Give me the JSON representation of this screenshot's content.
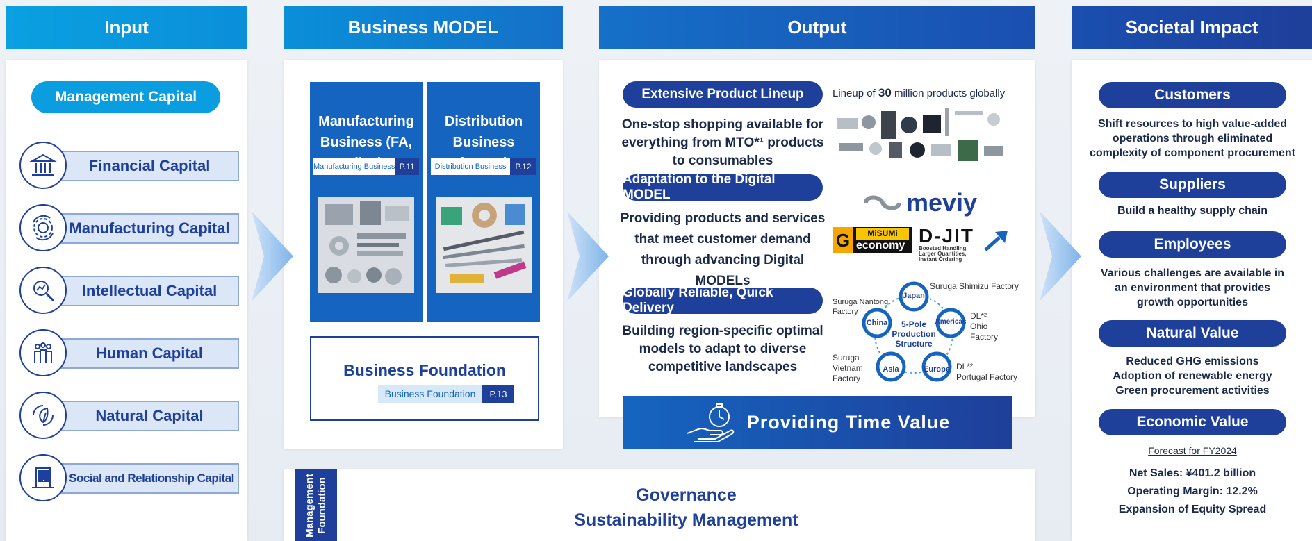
{
  "headers": {
    "input": "Input",
    "business_model": "Business MODEL",
    "output": "Output",
    "societal_impact": "Societal Impact"
  },
  "input": {
    "pill": "Management Capital",
    "capitals": [
      {
        "label": "Financial Capital",
        "icon": "bank-icon"
      },
      {
        "label": "Manufacturing Capital",
        "icon": "gear-cycle-icon"
      },
      {
        "label": "Intellectual Capital",
        "icon": "magnifier-icon"
      },
      {
        "label": "Human Capital",
        "icon": "people-icon"
      },
      {
        "label": "Natural Capital",
        "icon": "leaf-cycle-icon"
      },
      {
        "label": "Social and Relationship Capital",
        "icon": "building-icon"
      }
    ]
  },
  "business_model": {
    "manufacturing": {
      "title_line1": "Manufacturing",
      "title_line2": "Business (FA, dies)",
      "ref_label": "Manufacturing Business",
      "ref_page": "P.11"
    },
    "distribution": {
      "title_line1": "Distribution",
      "title_line2": "Business (VONA)",
      "ref_label": "Distribution Business",
      "ref_page": "P.12"
    },
    "foundation": {
      "title": "Business Foundation",
      "ref_label": "Business Foundation",
      "ref_page": "P.13"
    }
  },
  "governance": {
    "side_line1": "Management",
    "side_line2": "Foundation",
    "line1": "Governance",
    "line2": "Sustainability Management"
  },
  "output": {
    "items": [
      {
        "pill": "Extensive Product Lineup",
        "line1": "One-stop shopping available for",
        "line2": "everything from MTO*¹ products",
        "line3": "to consumables"
      },
      {
        "pill": "Adaptation to the Digital MODEL",
        "line1": "Providing products and services",
        "line2": "that meet customer demand",
        "line3": "through advancing Digital MODELs"
      },
      {
        "pill": "Globally Reliable, Quick Delivery",
        "line1": "Building region-specific optimal",
        "line2": "models to adapt to diverse",
        "line3": "competitive landscapes"
      }
    ],
    "lineup_prefix": "Lineup of ",
    "lineup_number": "30",
    "lineup_suffix": " million products globally",
    "meviy": "meviy",
    "misumi_top": "MiSUMi",
    "misumi_bottom": "economy",
    "djit": "D-JIT",
    "djit_sub1": "Boosted Handling",
    "djit_sub2": "Larger Quantities,",
    "djit_sub3": "Instant Ordering",
    "wheel": {
      "center_line1": "5-Pole",
      "center_line2": "Production",
      "center_line3": "Structure",
      "nodes": [
        "Japan",
        "Americas",
        "Europe",
        "Asia",
        "China"
      ],
      "factories": {
        "shimizu": "Suruga Shimizu Factory",
        "nantong_1": "Suruga Nantong",
        "nantong_2": "Factory",
        "ohio_1": "DL*²",
        "ohio_2": "Ohio",
        "ohio_3": "Factory",
        "vietnam_1": "Suruga",
        "vietnam_2": "Vietnam",
        "vietnam_3": "Factory",
        "portugal_1": "DL*²",
        "portugal_2": "Portugal Factory"
      }
    },
    "banner": "Providing Time Value"
  },
  "societal": {
    "items": [
      {
        "pill": "Customers",
        "lines": [
          "Shift resources to high value-added",
          "operations through eliminated",
          "complexity of component procurement"
        ]
      },
      {
        "pill": "Suppliers",
        "lines": [
          "Build a healthy supply chain"
        ]
      },
      {
        "pill": "Employees",
        "lines": [
          "Various challenges are available in",
          "an environment that provides",
          "growth opportunities"
        ]
      },
      {
        "pill": "Natural Value",
        "lines": [
          "Reduced GHG emissions",
          "Adoption of renewable energy",
          "Green procurement activities"
        ]
      },
      {
        "pill": "Economic Value",
        "lines": []
      }
    ],
    "forecast_link": "Forecast for FY2024",
    "economic_lines": [
      "Net Sales: ¥401.2 billion",
      "Operating Margin: 12.2%",
      "Expansion of Equity Spread"
    ]
  },
  "colors": {
    "navy": "#1e3f9a",
    "blue": "#1565c0",
    "sky": "#0a9ee0"
  }
}
